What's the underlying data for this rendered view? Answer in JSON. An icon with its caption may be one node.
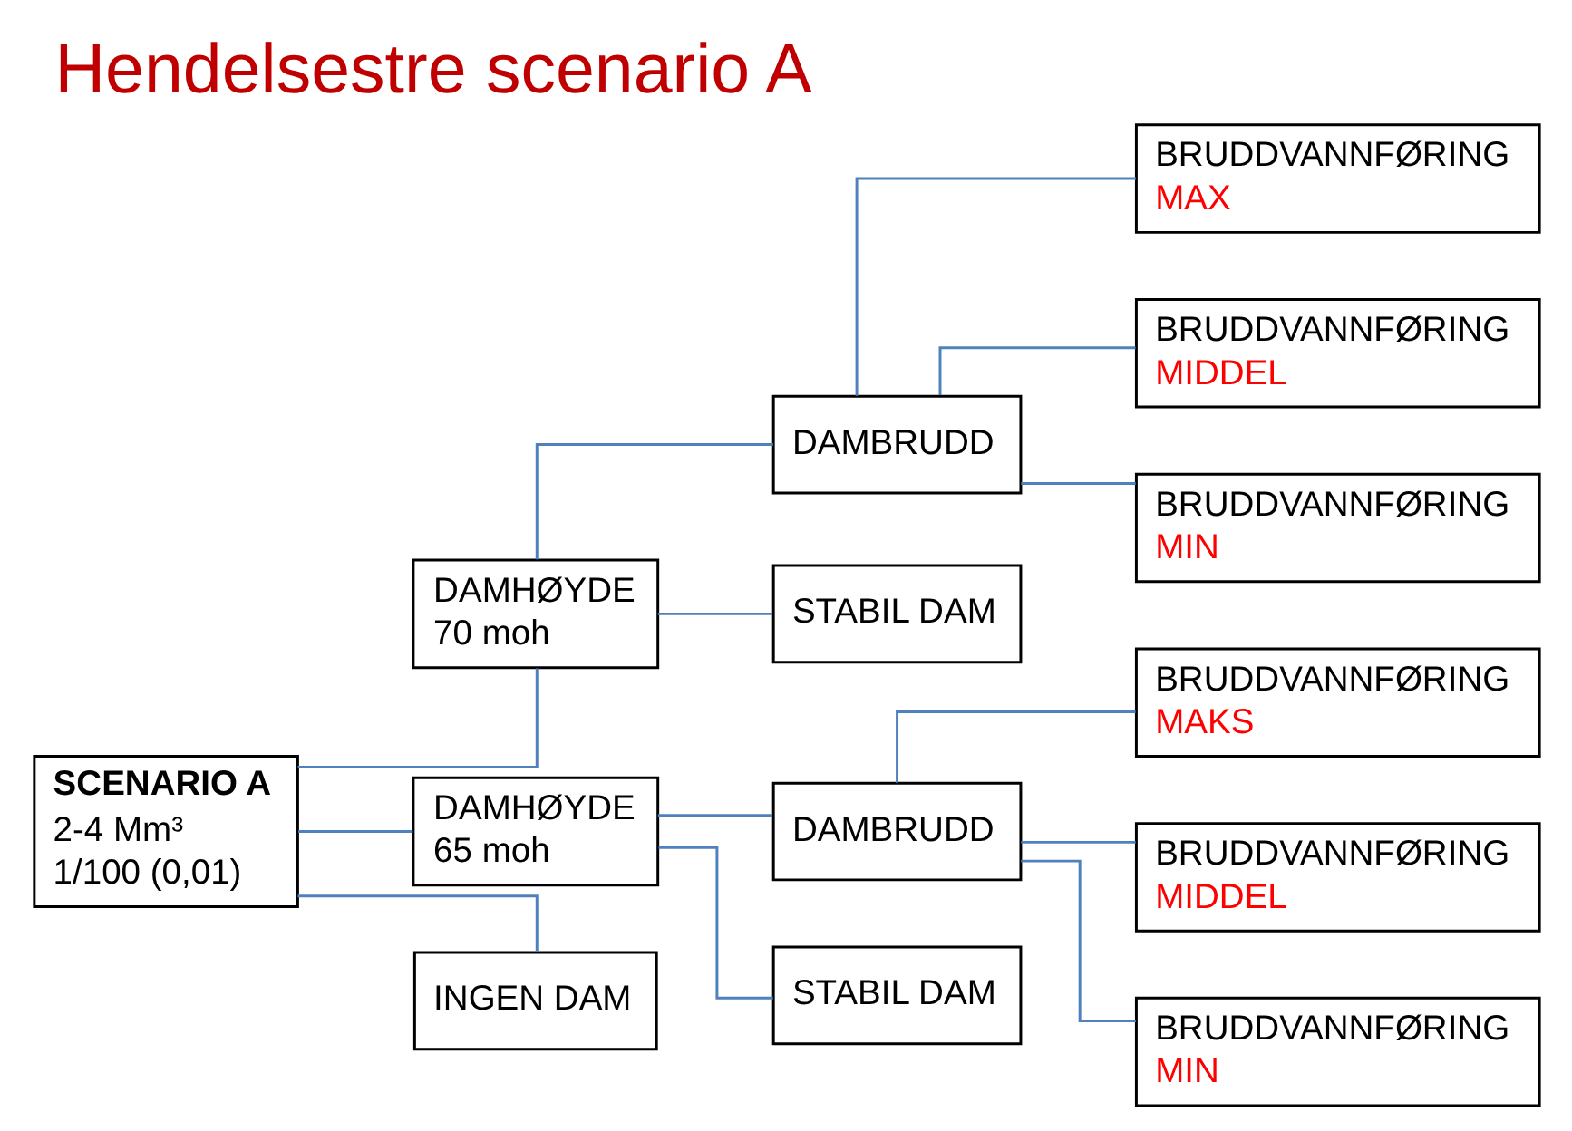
{
  "diagram": {
    "title": "Hendelsestre scenario A",
    "nodes": [
      {
        "text": [
          "SCENARIO A",
          "2-4 Mm³",
          "1/100 (0,01)"
        ]
      },
      {
        "text": [
          "DAMHØYDE",
          "70 moh"
        ]
      },
      {
        "text": [
          "DAMBRUDD"
        ]
      },
      {
        "text": [
          "STABIL DAM"
        ]
      },
      {
        "text": [
          "BRUDDVANNFØRING",
          "MAX"
        ]
      },
      {
        "text": [
          "BRUDDVANNFØRING",
          "MIDDEL"
        ]
      },
      {
        "text": [
          "BRUDDVANNFØRING",
          "MIN"
        ]
      },
      {
        "text": [
          "DAMHØYDE",
          "65 moh"
        ]
      },
      {
        "text": [
          "DAMBRUDD"
        ]
      },
      {
        "text": [
          "STABIL DAM"
        ]
      },
      {
        "text": [
          "BRUDDVANNFØRING",
          "MAKS"
        ]
      },
      {
        "text": [
          "BRUDDVANNFØRING",
          "MIDDEL"
        ]
      },
      {
        "text": [
          "BRUDDVANNFØRING",
          "MIN"
        ]
      },
      {
        "text": [
          "INGEN DAM"
        ]
      }
    ],
    "edges": [
      {
        "from": 0,
        "to": 1,
        "arrow": "none"
      },
      {
        "from": 0,
        "to": 7,
        "arrow": "none"
      },
      {
        "from": 0,
        "to": 13,
        "arrow": "none"
      },
      {
        "from": 1,
        "to": 2,
        "arrow": "none"
      },
      {
        "from": 1,
        "to": 3,
        "arrow": "none"
      },
      {
        "from": 2,
        "to": 4,
        "arrow": "none"
      },
      {
        "from": 2,
        "to": 5,
        "arrow": "none"
      },
      {
        "from": 2,
        "to": 6,
        "arrow": "none"
      },
      {
        "from": 7,
        "to": 8,
        "arrow": "none"
      },
      {
        "from": 7,
        "to": 9,
        "arrow": "none"
      },
      {
        "from": 8,
        "to": 10,
        "arrow": "none"
      },
      {
        "from": 8,
        "to": 11,
        "arrow": "none"
      },
      {
        "from": 8,
        "to": 12,
        "arrow": "none"
      }
    ]
  }
}
